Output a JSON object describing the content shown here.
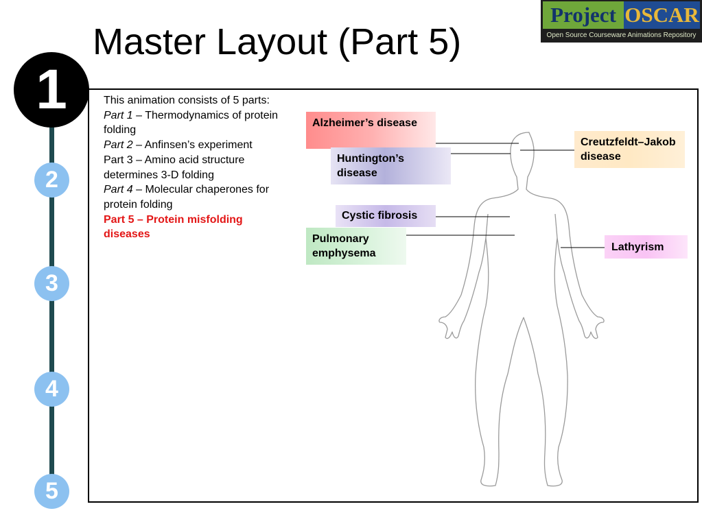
{
  "title": "Master Layout (Part 5)",
  "logo": {
    "project": "Project",
    "oscar": "OSCAR",
    "subtitle": "Open Source Courseware Animations Repository"
  },
  "steps": {
    "current": "1",
    "items": [
      "2",
      "3",
      "4",
      "5"
    ]
  },
  "description": {
    "intro": "This animation consists of 5 parts:",
    "parts": [
      {
        "label": "Part 1",
        "text": " – Thermodynamics of protein folding"
      },
      {
        "label": "Part 2",
        "text": " – Anfinsen’s experiment"
      },
      {
        "label": "",
        "text": "Part 3 – Amino acid structure determines 3-D folding"
      },
      {
        "label": "Part 4",
        "text": " – Molecular chaperones for protein folding"
      }
    ],
    "current_part": "Part 5 – Protein misfolding diseases"
  },
  "diseases": {
    "alzheimers": "Alzheimer’s disease",
    "huntingtons": "Huntington’s disease",
    "cjd": "Creutzfeldt–Jakob disease",
    "cystic_fibrosis": "Cystic fibrosis",
    "emphysema": "Pulmonary emphysema",
    "lathyrism": "Lathyrism"
  },
  "colors": {
    "timeline": "#1f4a4f",
    "step_circle": "#8cc1f0",
    "current_part": "#e31616"
  }
}
